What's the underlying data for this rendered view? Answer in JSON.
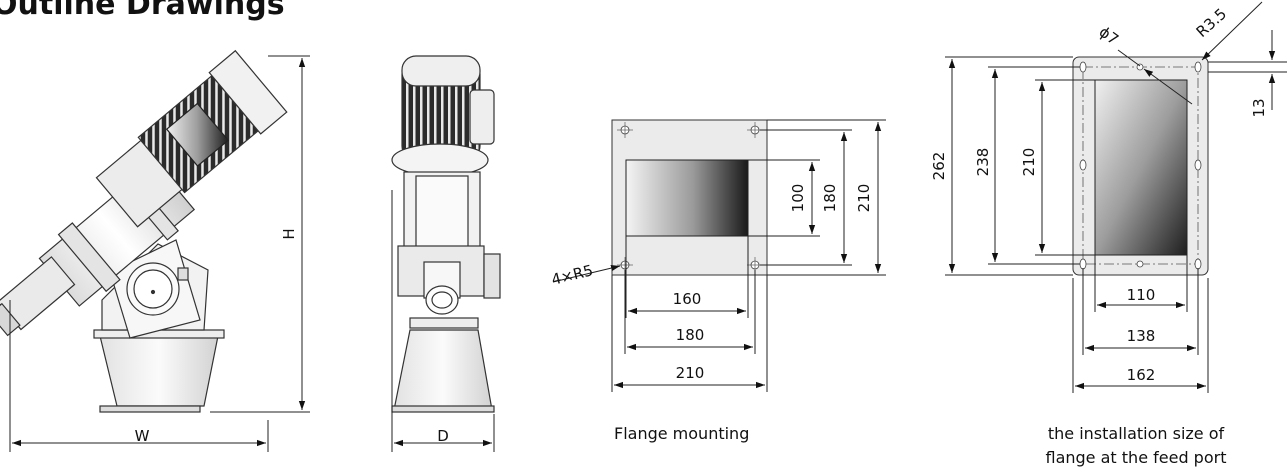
{
  "title": "Outline Drawings",
  "dimension_labels": {
    "width": "W",
    "height": "H",
    "depth": "D",
    "flange_hole_radius": "4×R5",
    "flange_100": "100",
    "flange_180_vertical": "180",
    "flange_210_vertical": "210",
    "flange_160": "160",
    "flange_180_horizontal": "180",
    "flange_210_horizontal": "210",
    "feed_262": "262",
    "feed_238": "238",
    "feed_210": "210",
    "feed_13": "13",
    "feed_hole_diameter": "ϕ7",
    "feed_corner_radius": "R3.5",
    "feed_110": "110",
    "feed_138": "138",
    "feed_162": "162"
  },
  "captions": {
    "flange_mounting": "Flange mounting",
    "feed_port_line1": "the installation size of",
    "feed_port_line2": "flange at the feed port"
  }
}
